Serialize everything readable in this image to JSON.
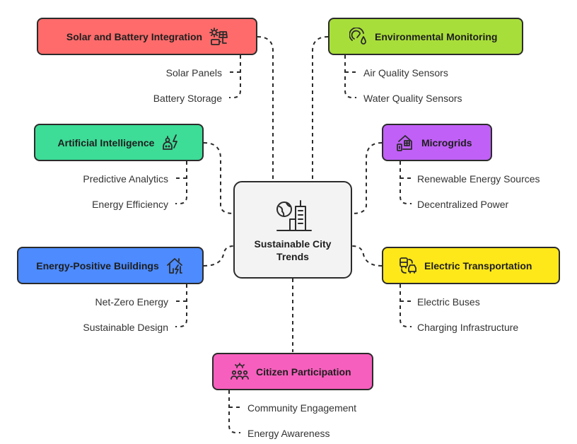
{
  "center": {
    "title_line1": "Sustainable City",
    "title_line2": "Trends",
    "icon": "globe-city-icon"
  },
  "topics": [
    {
      "id": "solar",
      "title": "Solar and Battery Integration",
      "color": "#ff6b6b",
      "icon": "solar-battery-icon",
      "items": [
        "Solar Panels",
        "Battery Storage"
      ]
    },
    {
      "id": "environment",
      "title": "Environmental Monitoring",
      "color": "#a8de3a",
      "icon": "gauge-drop-icon",
      "items": [
        "Air Quality Sensors",
        "Water Quality Sensors"
      ]
    },
    {
      "id": "ai",
      "title": "Artificial Intelligence",
      "color": "#3ddc97",
      "icon": "robot-spark-icon",
      "items": [
        "Predictive Analytics",
        "Energy Efficiency"
      ]
    },
    {
      "id": "microgrids",
      "title": "Microgrids",
      "color": "#c060f6",
      "icon": "house-plug-icon",
      "items": [
        "Renewable Energy Sources",
        "Decentralized Power"
      ]
    },
    {
      "id": "buildings",
      "title": "Energy-Positive Buildings",
      "color": "#4d8bff",
      "icon": "house-bolt-icon",
      "items": [
        "Net-Zero Energy",
        "Sustainable Design"
      ]
    },
    {
      "id": "transport",
      "title": "Electric Transportation",
      "color": "#ffe81a",
      "icon": "bus-car-icon",
      "items": [
        "Electric Buses",
        "Charging Infrastructure"
      ]
    },
    {
      "id": "citizen",
      "title": "Citizen Participation",
      "color": "#f65fbd",
      "icon": "people-sun-icon",
      "items": [
        "Community Engagement",
        "Energy Awareness"
      ]
    }
  ]
}
